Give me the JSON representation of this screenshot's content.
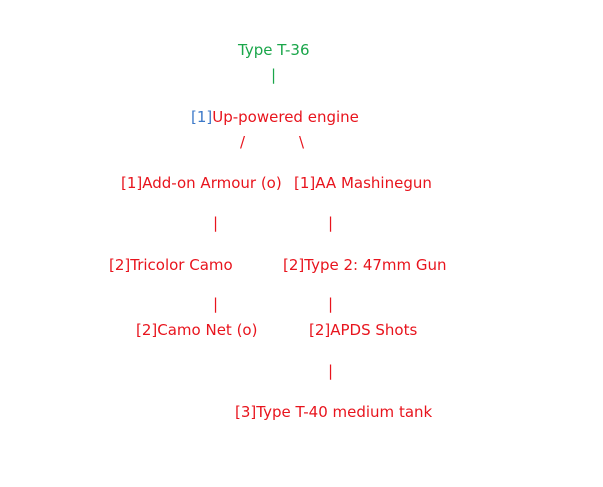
{
  "colors": {
    "root": "#1aa64a",
    "node": "#e8141d",
    "tier_first": "#3c78c8"
  },
  "tree": {
    "root": {
      "label": "Type T-36",
      "connector": "|"
    },
    "engine": {
      "tier": "[1]",
      "label": "Up-powered engine",
      "connectors": [
        "/",
        "\\"
      ]
    },
    "armour": {
      "tier": "[1]",
      "label": "Add-on Armour (o)",
      "connector": "|"
    },
    "aa": {
      "tier": "[1]",
      "label": "AA Mashinegun",
      "connector": "|"
    },
    "camo": {
      "tier": "[2]",
      "label": "Tricolor Camo",
      "connector": "|"
    },
    "gun": {
      "tier": "[2]",
      "label": "Type 2: 47mm Gun",
      "connector": "|"
    },
    "net": {
      "tier": "[2]",
      "label": "Camo Net (o)"
    },
    "apds": {
      "tier": "[2]",
      "label": "APDS Shots",
      "connector": "|"
    },
    "t40": {
      "tier": "[3]",
      "label": "Type T-40 medium tank"
    }
  }
}
